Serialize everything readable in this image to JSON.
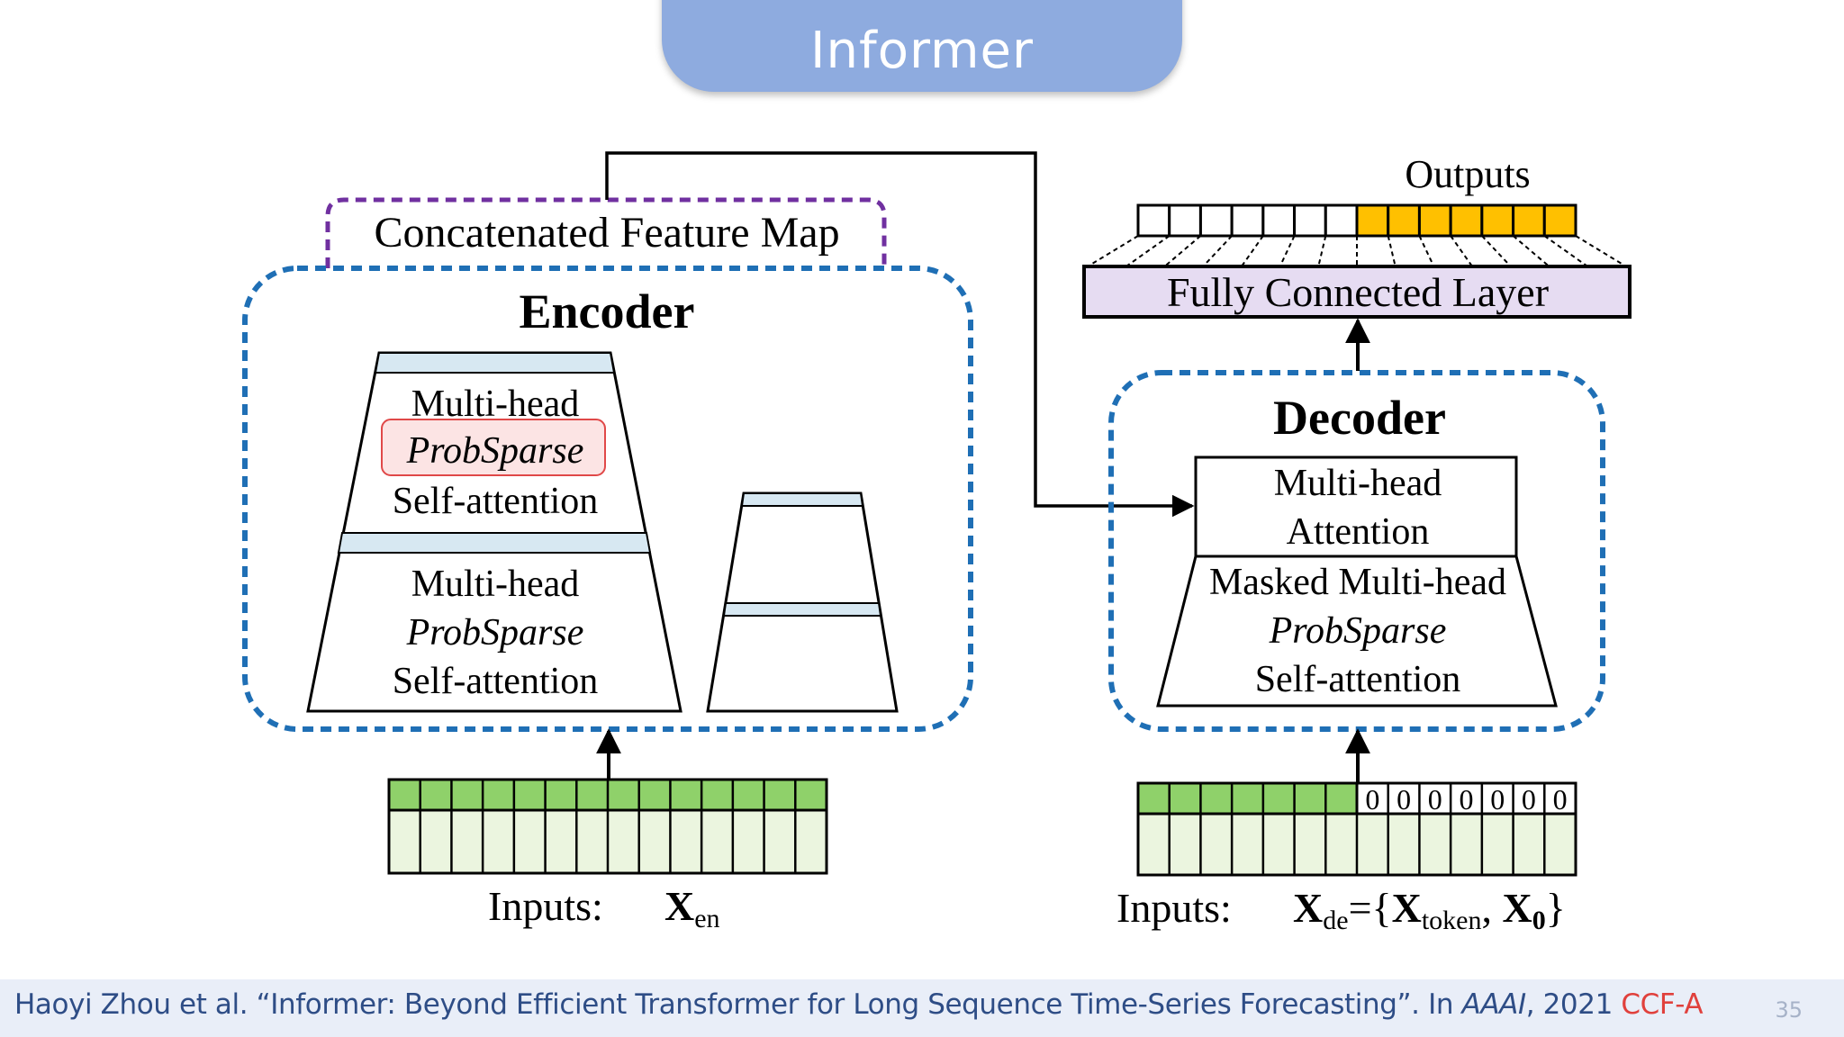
{
  "slide": {
    "title": "Informer",
    "page_number": "35"
  },
  "diagram": {
    "concat_label": "Concatenated Feature Map",
    "encoder": {
      "title": "Encoder",
      "layer_top": [
        "Multi-head",
        "ProbSparse",
        "Self-attention"
      ],
      "layer_bottom": [
        "Multi-head",
        "ProbSparse",
        "Self-attention"
      ],
      "inputs_label": "Inputs:",
      "input_var": "X",
      "input_sub": "en"
    },
    "decoder": {
      "title": "Decoder",
      "attention": [
        "Multi-head",
        "Attention"
      ],
      "masked": [
        "Masked Multi-head",
        "ProbSparse",
        "Self-attention"
      ],
      "inputs_label": "Inputs:",
      "formula": {
        "x": "X",
        "de": "de",
        "eq": "={",
        "token": "token",
        "comma": ", ",
        "zero": "0",
        "close": "}"
      },
      "zero_cells": [
        "0",
        "0",
        "0",
        "0",
        "0",
        "0",
        "0"
      ]
    },
    "fc_label": "Fully Connected Layer",
    "outputs_label": "Outputs"
  },
  "citation": {
    "text_before": "Haoyi Zhou et al. “Informer: Beyond Efficient Transformer for Long Sequence Time-Series Forecasting”. In ",
    "venue": "AAAI",
    "year": ", 2021 ",
    "rank": "CCF-A"
  },
  "colors": {
    "title_bg": "#8eabdf",
    "dashed_blue": "#1f6fb5",
    "dashed_purple": "#7030a0",
    "green_dark": "#8fd16a",
    "green_light": "#ebf5df",
    "output_yellow": "#ffc000",
    "fc_fill": "#e6dcf2",
    "layer_stripe": "#d7e8f2",
    "probsparse_box": "#fce4e4",
    "footer_bg": "#e9eef8",
    "footer_text": "#2e4d86",
    "rank_red": "#e0403c"
  }
}
